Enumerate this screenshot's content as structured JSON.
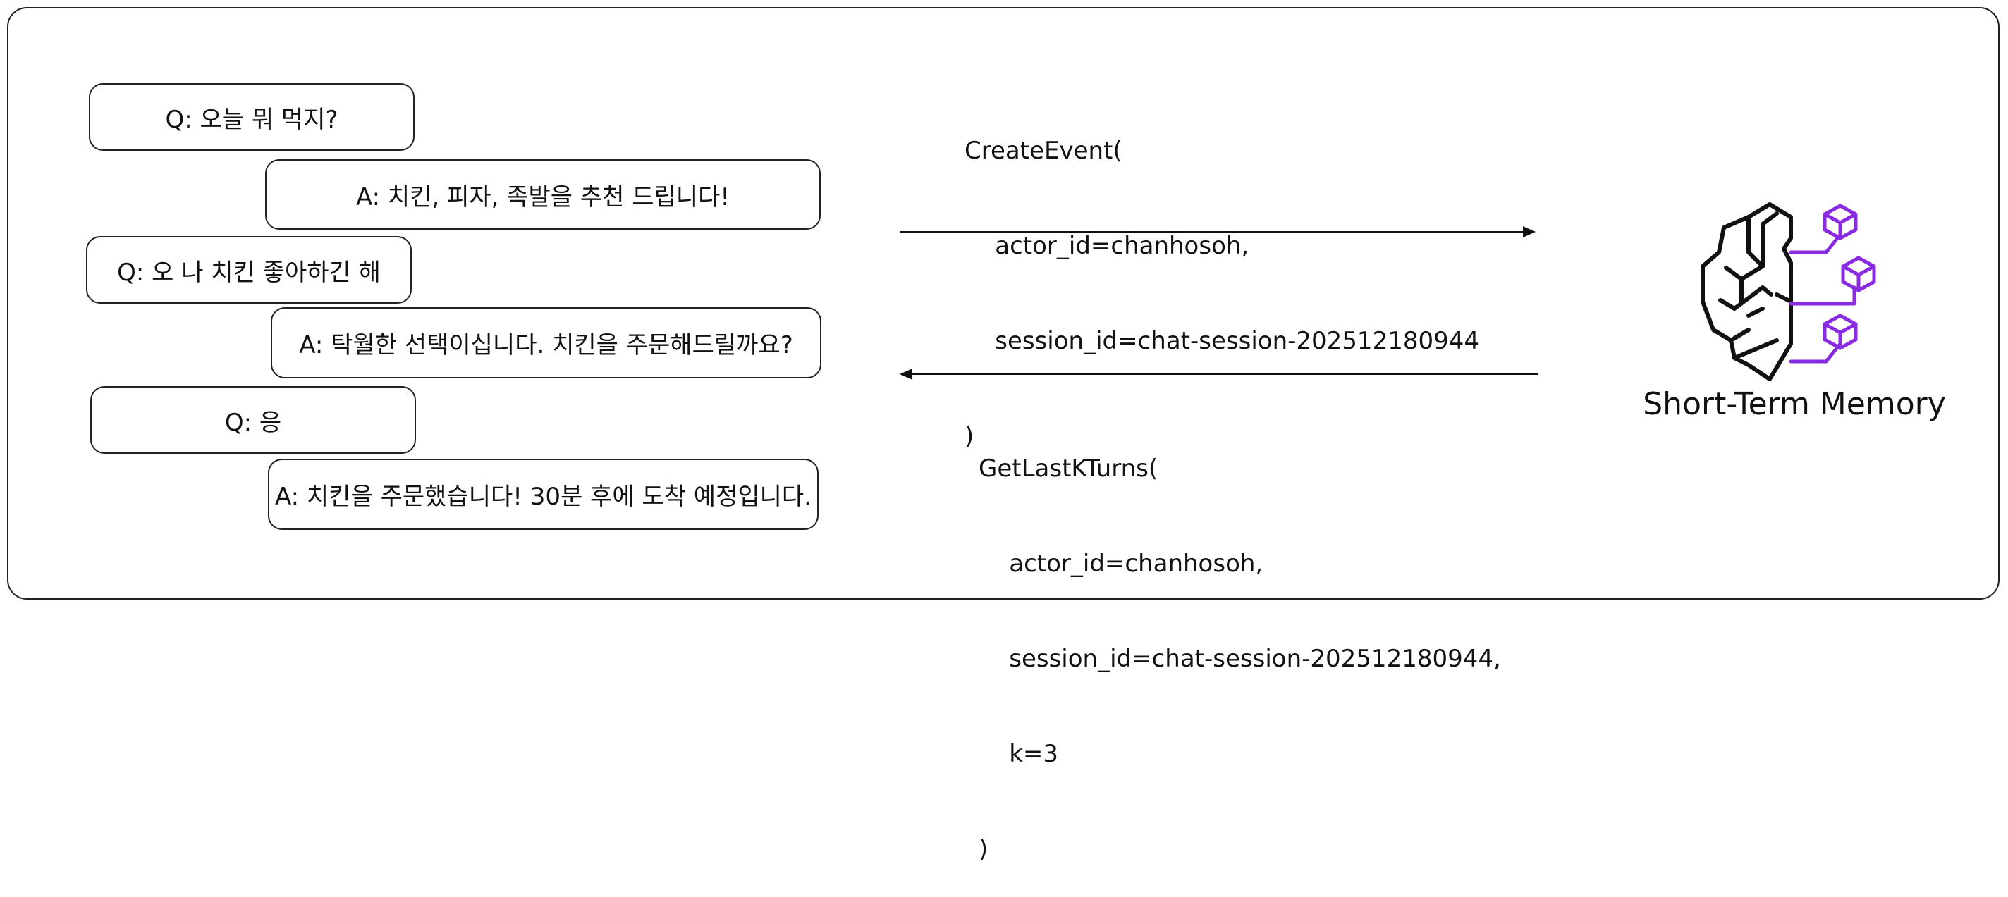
{
  "conversation": [
    {
      "text": "Q: 오늘 뭐 먹지?"
    },
    {
      "text": "A: 치킨, 피자, 족발을 추천 드립니다!"
    },
    {
      "text": "Q: 오 나 치킨 좋아하긴 해"
    },
    {
      "text": "A: 탁월한 선택이십니다. 치킨을 주문해드릴까요?"
    },
    {
      "text": "Q: 응"
    },
    {
      "text": "A: 치킨을 주문했습니다! 30분 후에 도착 예정입니다."
    }
  ],
  "create_event": {
    "lines": [
      "CreateEvent(",
      "    actor_id=chanhosoh,",
      "    session_id=chat-session-202512180944",
      ")"
    ]
  },
  "get_last_k_turns": {
    "lines": [
      "GetLastKTurns(",
      "    actor_id=chanhosoh,",
      "    session_id=chat-session-202512180944,",
      "    k=3",
      ")"
    ]
  },
  "memory": {
    "label": "Short-Term Memory",
    "icon": "brain-memory-icon",
    "accent_color": "#8A2BE2"
  }
}
